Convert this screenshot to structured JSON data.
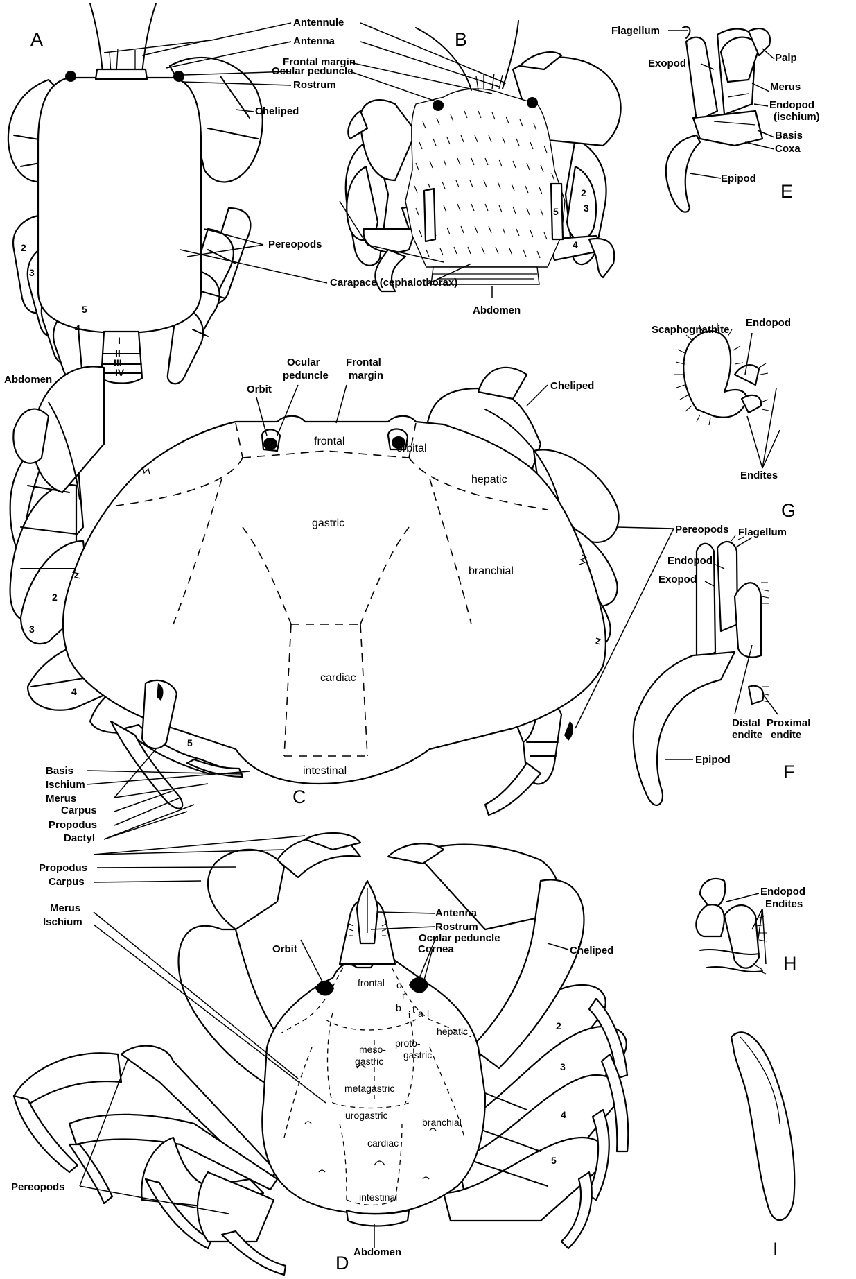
{
  "panels": {
    "A": "A",
    "B": "B",
    "C": "C",
    "D": "D",
    "E": "E",
    "F": "F",
    "G": "G",
    "H": "H",
    "I": "I"
  },
  "labels": {
    "antennule": "Antennule",
    "antenna": "Antenna",
    "frontal_margin": "Frontal margin",
    "ocular_peduncle": "Ocular peduncle",
    "rostrum": "Rostrum",
    "cheliped": "Cheliped",
    "pereopods": "Pereopods",
    "carapace": "Carapace (cephalothorax)",
    "abdomen": "Abdomen",
    "orbit": "Orbit",
    "ocular_l1": "Ocular",
    "ocular_l2": "peduncle",
    "frontal_l1": "Frontal",
    "frontal_l2": "margin",
    "basis": "Basis",
    "ischium": "Ischium",
    "merus": "Merus",
    "carpus": "Carpus",
    "propodus": "Propodus",
    "dactyl": "Dactyl",
    "cornea": "Cornea",
    "flagellum": "Flagellum",
    "exopod": "Exopod",
    "palp": "Palp",
    "endopod": "Endopod",
    "ischium_paren": "(ischium)",
    "coxa": "Coxa",
    "epipod": "Epipod",
    "scaphognathite": "Scaphognathite",
    "endites": "Endites",
    "distal": "Distal",
    "proximal": "Proximal",
    "endite": "endite"
  },
  "regions_c": {
    "frontal": "frontal",
    "orbital": "orbital",
    "hepatic": "hepatic",
    "gastric": "gastric",
    "branchial": "branchial",
    "cardiac": "cardiac",
    "intestinal": "intestinal"
  },
  "regions_d": {
    "frontal": "frontal",
    "orbital": [
      "o",
      "r",
      "b",
      "i",
      "t",
      "a",
      "l"
    ],
    "hepatic": "hepatic",
    "meso_1": "meso-",
    "meso_2": "gastric",
    "proto_1": "proto-",
    "proto_2": "gastric",
    "metagastric": "metagastric",
    "urogastric": "urogastric",
    "branchial": "branchial",
    "cardiac": "cardiac",
    "intestinal": "intestinal"
  },
  "leg_numbers": [
    "2",
    "3",
    "4",
    "5"
  ],
  "abdomen_segments": [
    "I",
    "II",
    "III",
    "IV"
  ]
}
